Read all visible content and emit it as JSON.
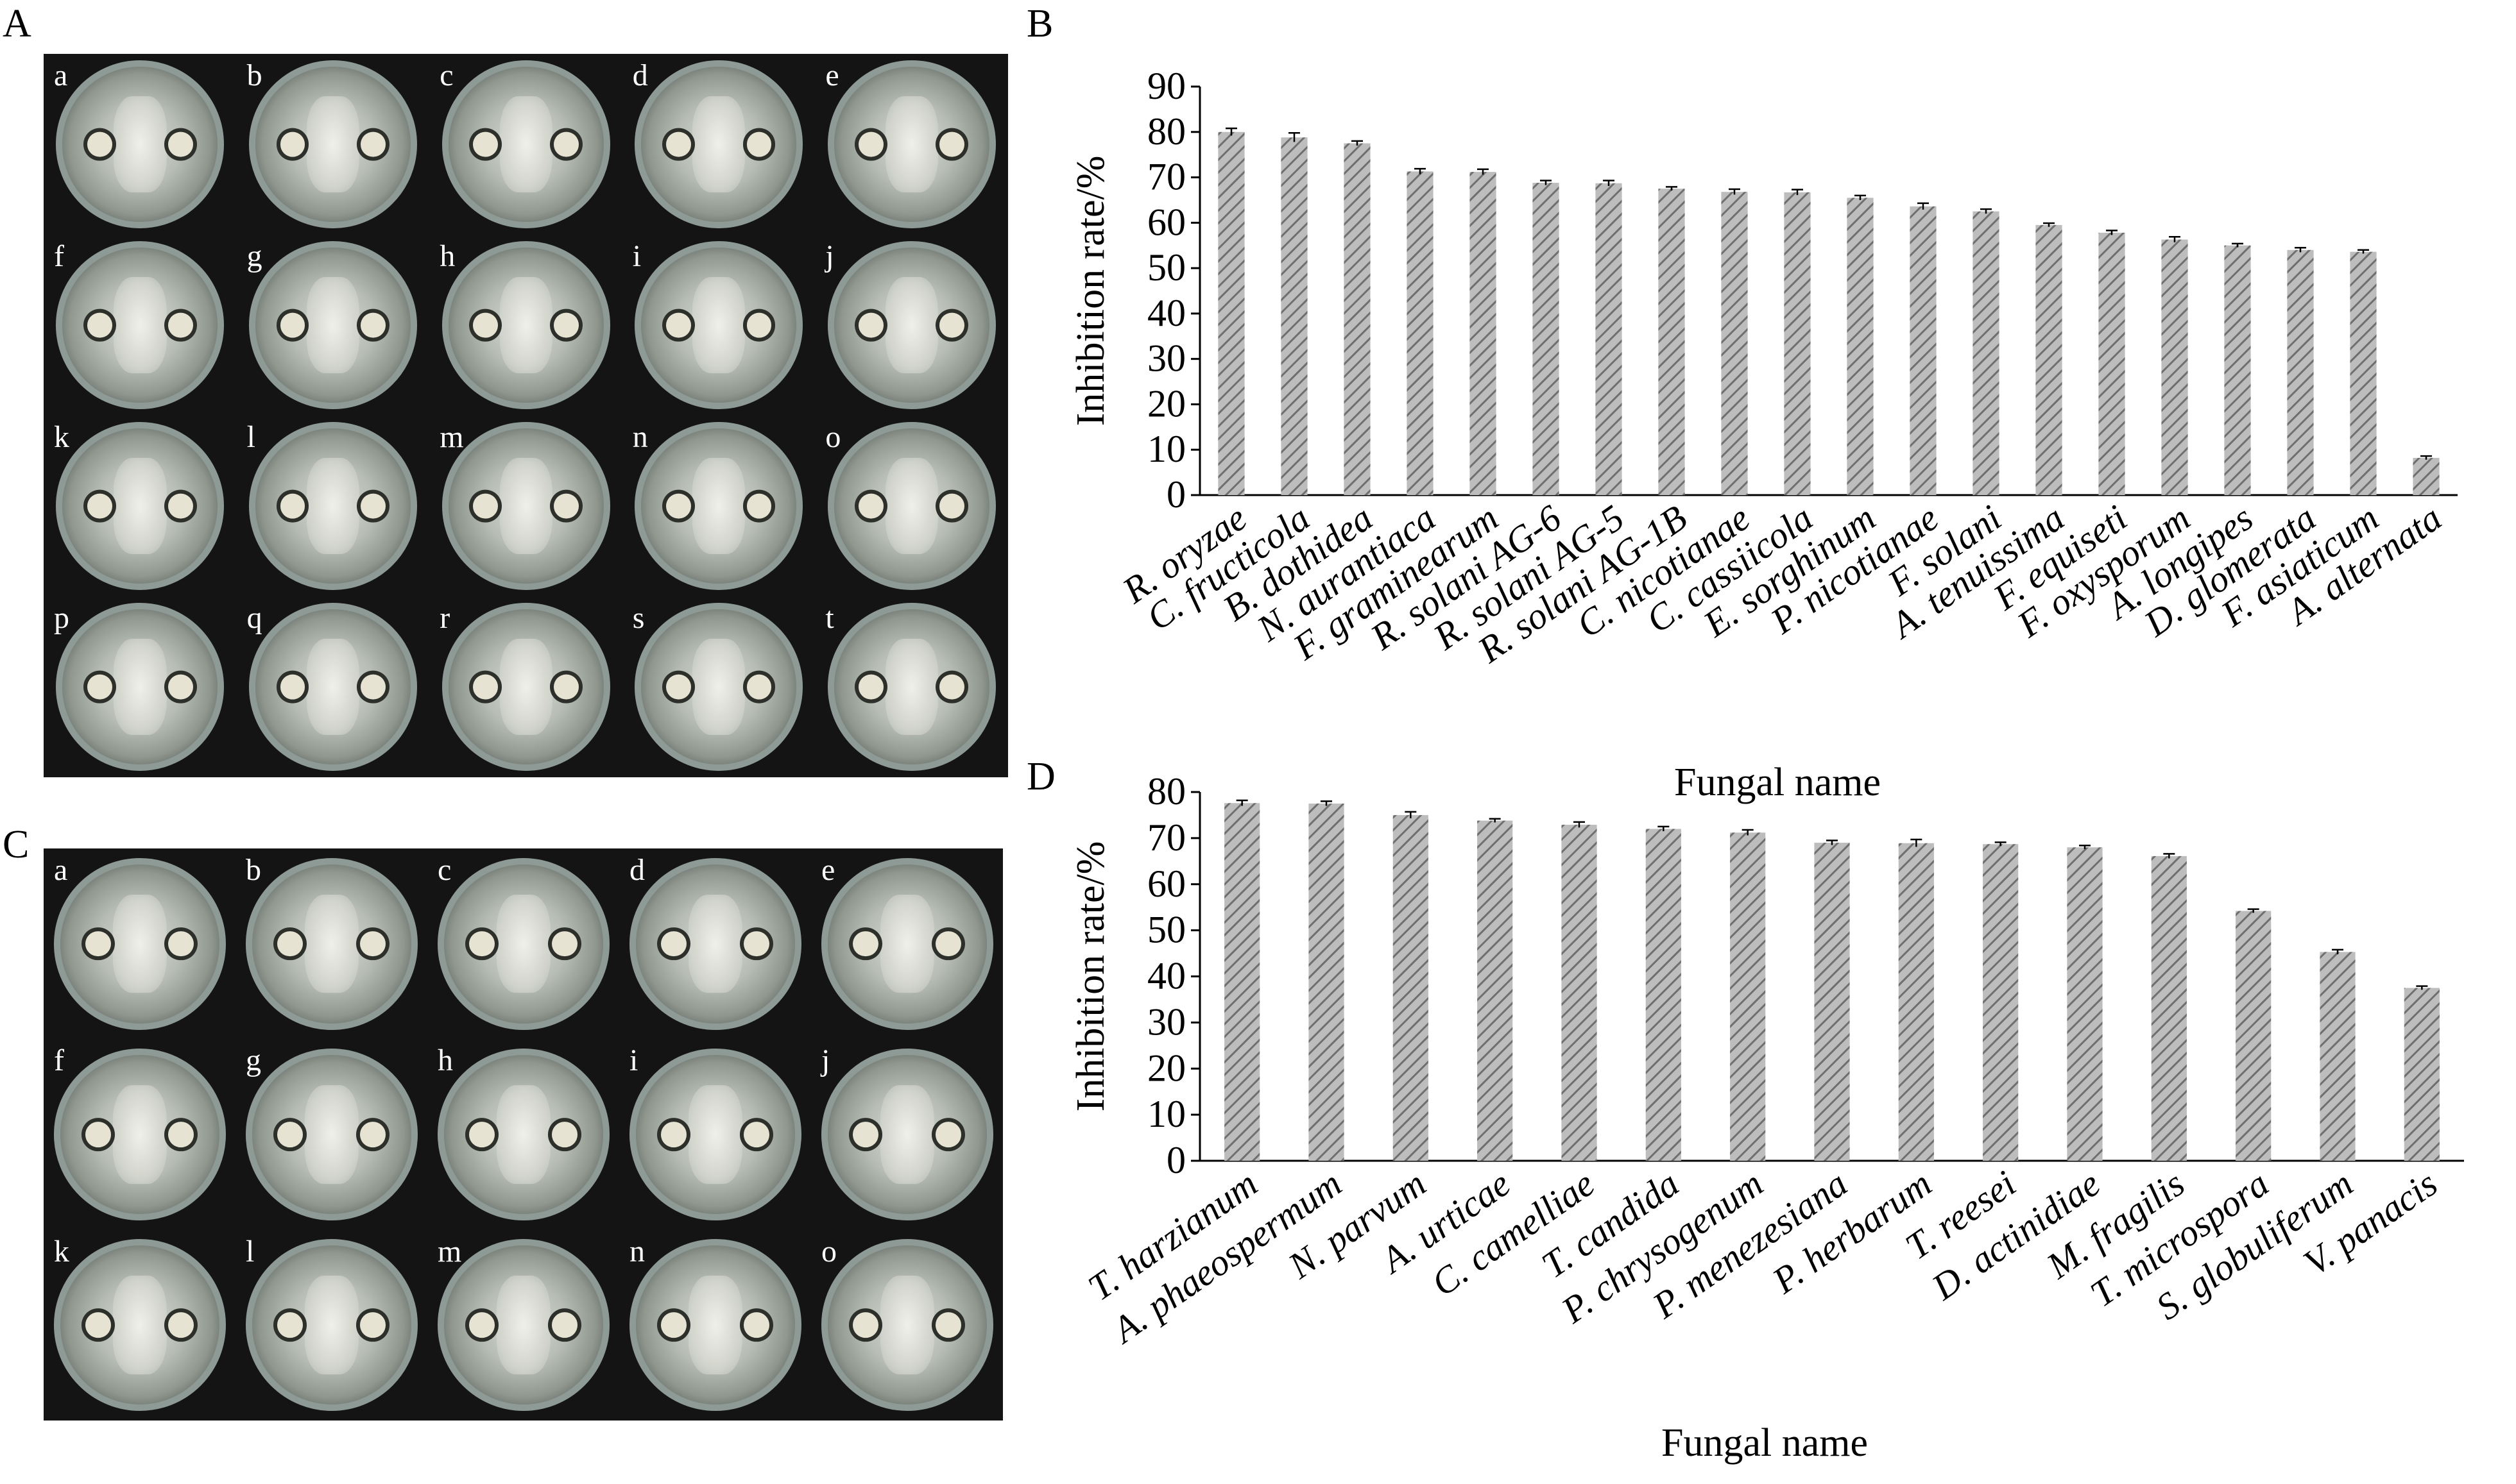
{
  "panels": {
    "A": {
      "letter": "A",
      "labels": [
        "a",
        "b",
        "c",
        "d",
        "e",
        "f",
        "g",
        "h",
        "i",
        "j",
        "k",
        "l",
        "m",
        "n",
        "o",
        "p",
        "q",
        "r",
        "s",
        "t"
      ]
    },
    "B": {
      "letter": "B"
    },
    "C": {
      "letter": "C",
      "labels": [
        "a",
        "b",
        "c",
        "d",
        "e",
        "f",
        "g",
        "h",
        "i",
        "j",
        "k",
        "l",
        "m",
        "n",
        "o"
      ]
    },
    "D": {
      "letter": "D"
    }
  },
  "chart_data": [
    {
      "panel": "B",
      "type": "bar",
      "xlabel": "Fungal name",
      "ylabel": "Inhibition rate/%",
      "ylim": [
        0,
        90
      ],
      "yticks": [
        0,
        10,
        20,
        30,
        40,
        50,
        60,
        70,
        80,
        90
      ],
      "grid": false,
      "bar_fill": "hatched gray",
      "error_bars": true,
      "categories": [
        "R. oryzae",
        "C. fructicola",
        "B. dothidea",
        "N. aurantiaca",
        "F. graminearum",
        "R. solani AG-6",
        "R. solani AG-5",
        "R. solani AG-1B",
        "C. nicotianae",
        "C. cassiicola",
        "E. sorghinum",
        "P. nicotianae",
        "F. solani",
        "A. tenuissima",
        "F. equiseti",
        "F. oxysporum",
        "A. longipes",
        "D. glomerata",
        "F. asiaticum",
        "A. alternata"
      ],
      "values": [
        80.0,
        78.8,
        77.5,
        71.3,
        71.2,
        68.8,
        68.7,
        67.5,
        66.8,
        66.7,
        65.5,
        63.6,
        62.5,
        59.5,
        57.8,
        56.3,
        55.0,
        54.0,
        53.6,
        8.2
      ],
      "errors": [
        0.8,
        1.0,
        0.5,
        0.6,
        0.6,
        0.5,
        0.6,
        0.4,
        0.6,
        0.6,
        0.5,
        0.7,
        0.5,
        0.4,
        0.5,
        0.6,
        0.4,
        0.5,
        0.4,
        0.4
      ]
    },
    {
      "panel": "D",
      "type": "bar",
      "xlabel": "Fungal name",
      "ylabel": "Inhibition rate/%",
      "ylim": [
        0,
        80
      ],
      "yticks": [
        0,
        10,
        20,
        30,
        40,
        50,
        60,
        70,
        80
      ],
      "grid": false,
      "bar_fill": "hatched gray",
      "error_bars": true,
      "categories": [
        "T. harzianum",
        "A. phaeospermum",
        "N. parvum",
        "A. urticae",
        "C. camelliae",
        "T. candida",
        "P. chrysogenum",
        "P. menezesiana",
        "P. herbarum",
        "T. reesei",
        "D. actinidiae",
        "M. fragilis",
        "T. microspora",
        "S. globuliferum",
        "V. panacis"
      ],
      "values": [
        77.6,
        77.5,
        75.0,
        73.8,
        72.9,
        72.0,
        71.2,
        69.0,
        68.9,
        68.7,
        68.0,
        66.1,
        54.2,
        45.3,
        37.5
      ],
      "errors": [
        0.6,
        0.5,
        0.7,
        0.4,
        0.6,
        0.5,
        0.6,
        0.5,
        0.8,
        0.4,
        0.4,
        0.5,
        0.4,
        0.5,
        0.4
      ]
    }
  ]
}
